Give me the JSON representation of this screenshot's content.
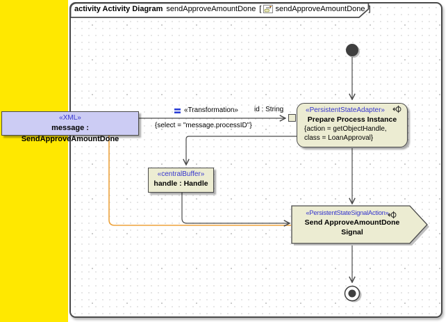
{
  "diagram": {
    "tab": {
      "title_bold": "activity Activity Diagram",
      "activity_name": "sendApproveAmountDone",
      "open_bracket": "[",
      "diagram_name": "sendApproveAmountDone",
      "close_bracket": "]"
    },
    "nodes": {
      "xml_object": {
        "stereotype": "«XML»",
        "name": "message : SendApproveAmountDone"
      },
      "prepare_action": {
        "stereotype": "«PersistentStateAdapter»",
        "name": "Prepare Process Instance",
        "property_line1": "{action = getObjectHandle,",
        "property_line2": "class = LoanApproval}"
      },
      "central_buffer": {
        "stereotype": "«centralBuffer»",
        "name": "handle : Handle"
      },
      "signal_action": {
        "stereotype": "«PersistentStateSignalAction»",
        "name_line1": "Send ApproveAmountDone",
        "name_line2": "Signal"
      }
    },
    "edge_labels": {
      "transformation_stereotype": "«Transformation»",
      "pin_type": "id : String",
      "select_constraint": "{select = \"message.processID\"}"
    }
  },
  "colors": {
    "panel_yellow": "#FFE800",
    "node_fill": "#ECECD2",
    "node_border": "#4A4A4A",
    "stereotype_blue": "#3535CE",
    "xml_fill": "#CCCCF4",
    "edge_dark": "#4A4A4A",
    "edge_orange": "#EDA23B"
  }
}
